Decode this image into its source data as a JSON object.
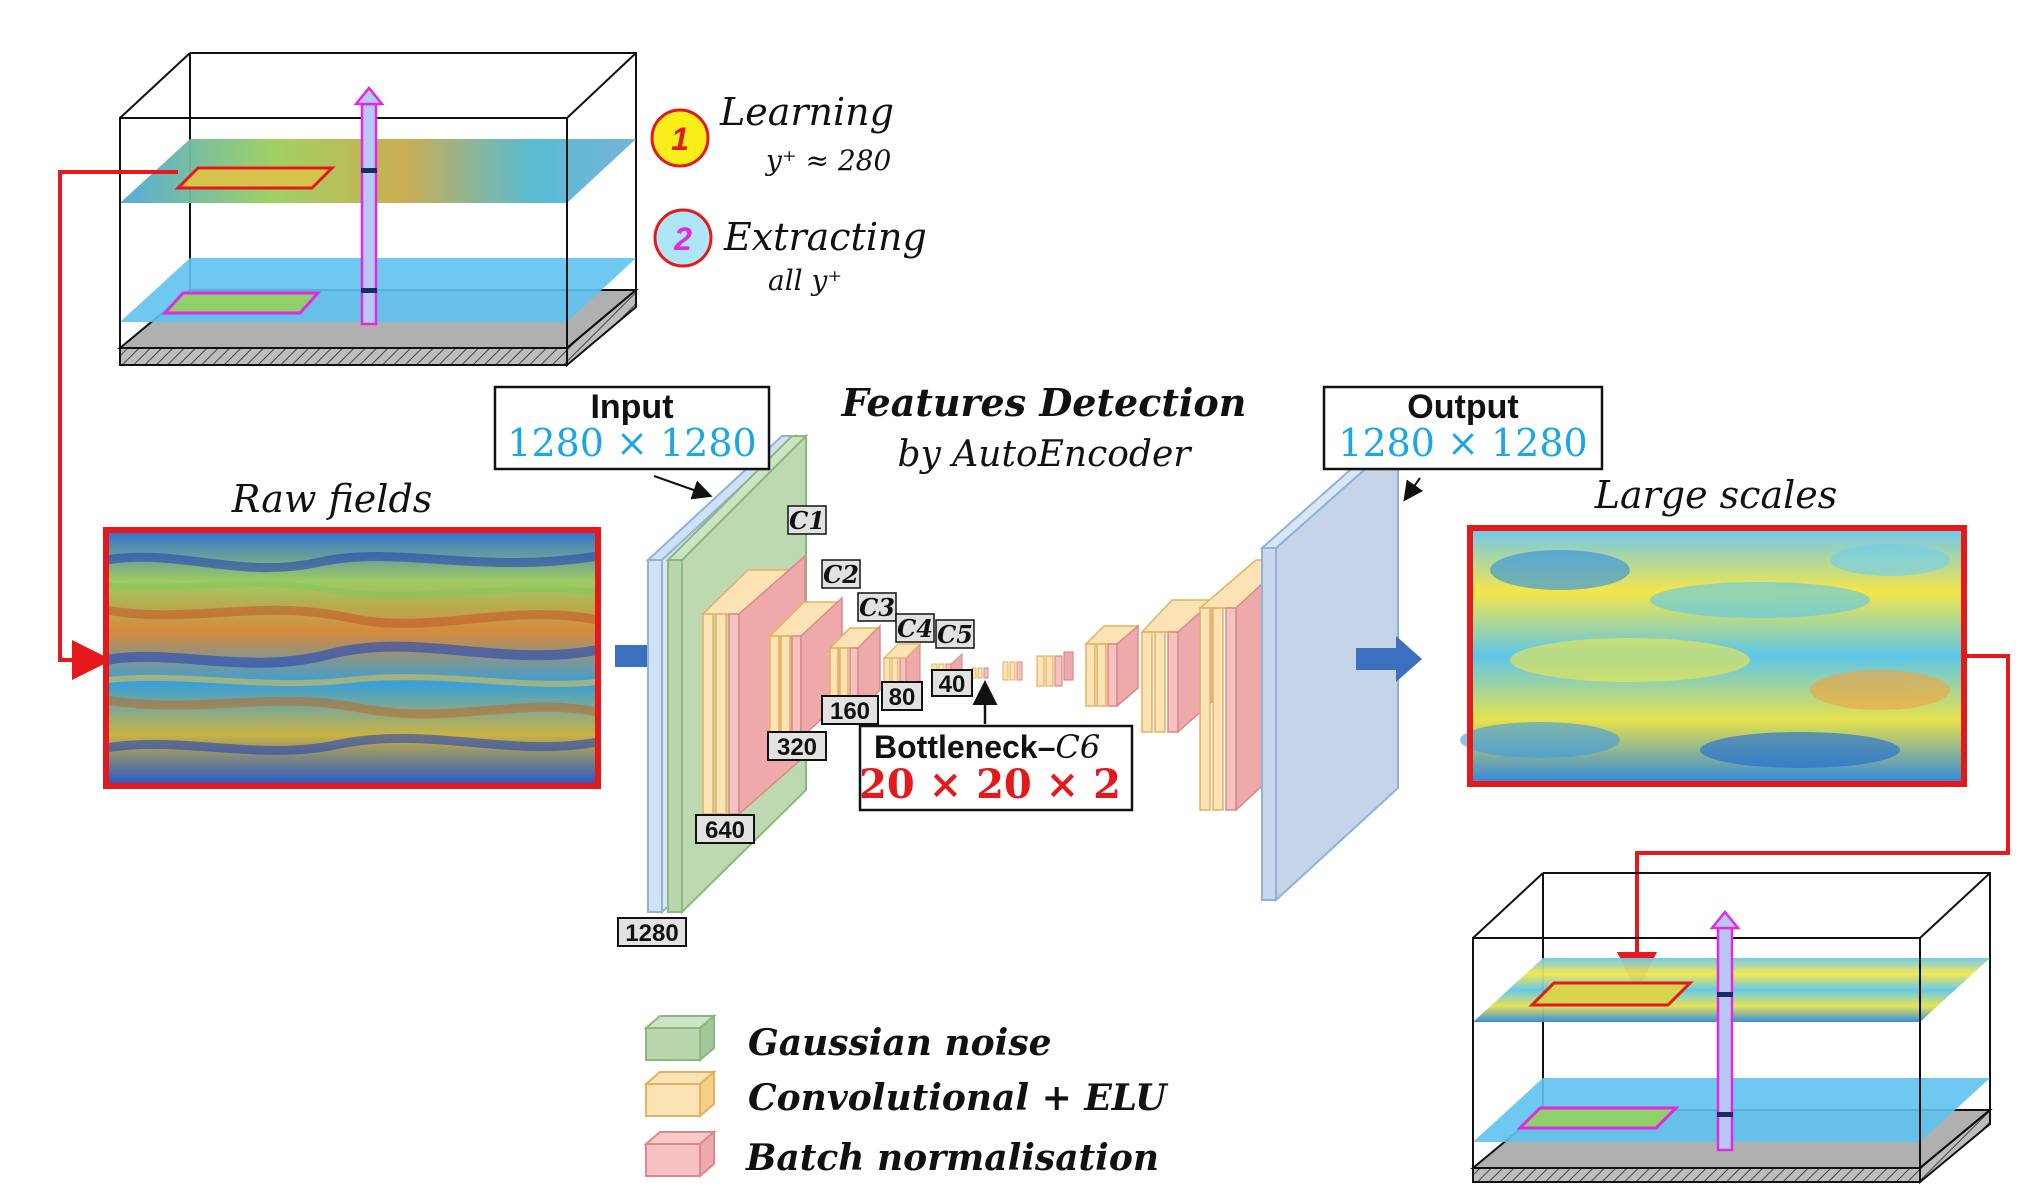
{
  "legend_steps": [
    {
      "num": "1",
      "label": "Learning",
      "sub": "y⁺ ≈ 280"
    },
    {
      "num": "2",
      "label": "Extracting",
      "sub": "all y⁺"
    }
  ],
  "raw_fields_label": "Raw fields",
  "large_scales_label": "Large scales",
  "title": "Features Detection",
  "subtitle": "by AutoEncoder",
  "input_box": {
    "label": "Input",
    "dims": "1280 × 1280"
  },
  "output_box": {
    "label": "Output",
    "dims": "1280 × 1280"
  },
  "bottleneck": {
    "label": "Bottleneck–",
    "layer": "C6",
    "dims": "20 × 20 × 2"
  },
  "conv_layers": [
    "C1",
    "C2",
    "C3",
    "C4",
    "C5"
  ],
  "sizes": [
    "1280",
    "640",
    "320",
    "160",
    "80",
    "40"
  ],
  "legend": [
    {
      "label": "Gaussian noise",
      "color": "#a9d4a0"
    },
    {
      "label": "Convolutional + ELU",
      "color": "#f6cf86"
    },
    {
      "label": "Batch normalisation",
      "color": "#f2a3a3"
    }
  ],
  "colors": {
    "red": "#e5191b",
    "magenta": "#e22ae2",
    "cyan": "#1ca6e8",
    "blue_arrow": "#3d6fbf"
  }
}
